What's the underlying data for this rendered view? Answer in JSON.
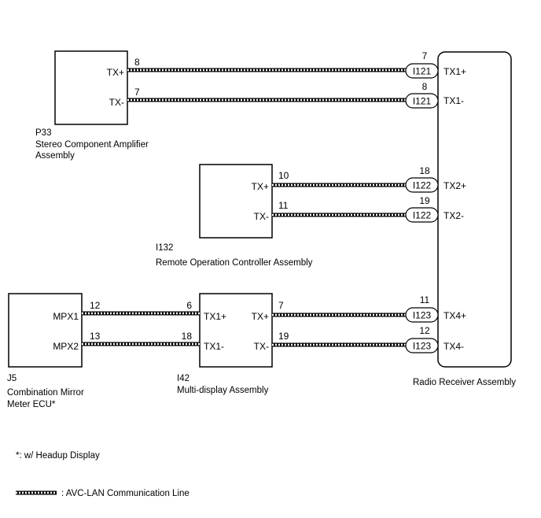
{
  "components": {
    "amplifier": {
      "code": "P33",
      "name_line1": "Stereo Component Amplifier",
      "name_line2": "Assembly"
    },
    "remote": {
      "code": "I132",
      "name": "Remote Operation Controller Assembly"
    },
    "meter": {
      "code": "J5",
      "name_line1": "Combination Mirror",
      "name_line2": "Meter ECU*"
    },
    "multidisplay": {
      "code": "I42",
      "name": "Multi-display Assembly"
    },
    "radio": {
      "name": "Radio Receiver Assembly"
    }
  },
  "pins": {
    "amp_txp": "TX+",
    "amp_txm": "TX-",
    "remote_txp": "TX+",
    "remote_txm": "TX-",
    "meter_mpx1": "MPX1",
    "meter_mpx2": "MPX2",
    "md_tx1p": "TX1+",
    "md_tx1m": "TX1-",
    "md_txp": "TX+",
    "md_txm": "TX-",
    "radio_tx1p": "TX1+",
    "radio_tx1m": "TX1-",
    "radio_tx2p": "TX2+",
    "radio_tx2m": "TX2-",
    "radio_tx4p": "TX4+",
    "radio_tx4m": "TX4-"
  },
  "wires": [
    {
      "from_pin": "8",
      "to_pin": "7",
      "connector": "I121"
    },
    {
      "from_pin": "7",
      "to_pin": "8",
      "connector": "I121"
    },
    {
      "from_pin": "10",
      "to_pin": "18",
      "connector": "I122"
    },
    {
      "from_pin": "11",
      "to_pin": "19",
      "connector": "I122"
    },
    {
      "from_pin": "12",
      "to_pin": "6"
    },
    {
      "from_pin": "13",
      "to_pin": "18"
    },
    {
      "from_pin": "7",
      "to_pin": "11",
      "connector": "I123"
    },
    {
      "from_pin": "19",
      "to_pin": "12",
      "connector": "I123"
    }
  ],
  "footnote": "*: w/ Headup Display",
  "legend": {
    "label": ": AVC-LAN Communication Line"
  }
}
